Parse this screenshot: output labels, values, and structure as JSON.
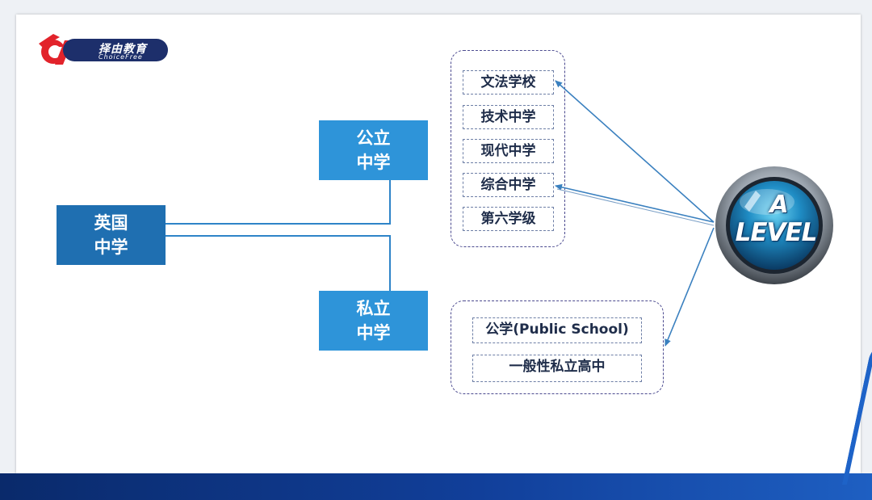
{
  "logo": {
    "brand_cn": "择由教育",
    "brand_en": "ChoiceFree",
    "colors": {
      "red": "#e2232b",
      "navy": "#1d2f6b"
    }
  },
  "root": {
    "line1": "英国",
    "line2": "中学"
  },
  "public": {
    "line1": "公立",
    "line2": "中学"
  },
  "private": {
    "line1": "私立",
    "line2": "中学"
  },
  "public_schools": [
    "文法学校",
    "技术中学",
    "现代中学",
    "综合中学",
    "第六学级"
  ],
  "private_schools": [
    "公学(Public School)",
    "一般性私立高中"
  ],
  "badge": {
    "line1": "A",
    "line2": "LEVEL"
  },
  "colors": {
    "light_blue": "#2e94d9",
    "dark_blue": "#1f6fb1",
    "connector": "#2e84c8",
    "frame": "#4b4a8f",
    "bottom_band": "#113f9a"
  }
}
